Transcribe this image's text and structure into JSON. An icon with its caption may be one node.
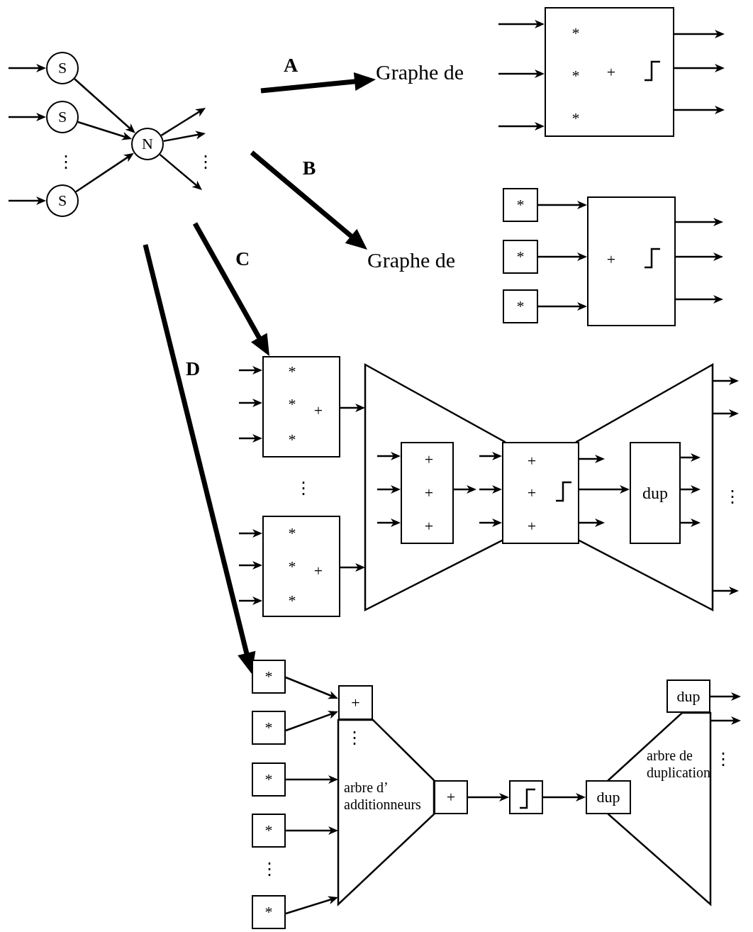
{
  "diagram": {
    "nodes": [
      {
        "text": [
          "S"
        ]
      },
      {
        "text": [
          "S"
        ]
      },
      {
        "text": [
          "S"
        ]
      },
      {
        "text": [
          "N"
        ]
      },
      {
        "text": [
          "Graphe de"
        ]
      },
      {
        "text": [
          "*",
          "*",
          "*",
          "+"
        ]
      },
      {
        "text": [
          "Graphe de"
        ]
      },
      {
        "text": [
          "*"
        ]
      },
      {
        "text": [
          "*"
        ]
      },
      {
        "text": [
          "*"
        ]
      },
      {
        "text": [
          "+"
        ]
      },
      {
        "text": [
          "*",
          "*",
          "*",
          "+"
        ]
      },
      {
        "text": [
          "*",
          "*",
          "*",
          "+"
        ]
      },
      {
        "text": [],
        "shape": "trapezoid"
      },
      {
        "text": [
          "+",
          "+",
          "+"
        ],
        "in": 13
      },
      {
        "text": [
          "+",
          "+",
          "+"
        ]
      },
      {
        "text": [],
        "shape": "trapezoid"
      },
      {
        "text": [
          "dup"
        ],
        "in": 16
      },
      {
        "text": [
          "*"
        ]
      },
      {
        "text": [
          "*"
        ]
      },
      {
        "text": [
          "*"
        ]
      },
      {
        "text": [
          "*"
        ]
      },
      {
        "text": [
          "*"
        ]
      },
      {
        "text": [
          "arbre d’ additionneurs"
        ]
      },
      {
        "text": [
          "+"
        ]
      },
      {
        "text": [
          "+"
        ]
      },
      {
        "text": [],
        "shape": "box"
      },
      {
        "text": [
          "dup"
        ]
      },
      {
        "text": [
          "dup"
        ]
      },
      {
        "text": [
          "arbre de duplication"
        ]
      }
    ],
    "edges": [
      {
        "from": null,
        "to": 0,
        "arrow": "to"
      },
      {
        "from": null,
        "to": 1,
        "arrow": "to"
      },
      {
        "from": null,
        "to": 2,
        "arrow": "to"
      },
      {
        "from": 0,
        "to": 3,
        "arrow": "to"
      },
      {
        "from": 1,
        "to": 3,
        "arrow": "to"
      },
      {
        "from": 2,
        "to": 3,
        "arrow": "to"
      },
      {
        "from": 3,
        "to": null,
        "arrow": "to"
      },
      {
        "from": 3,
        "to": null,
        "arrow": "to"
      },
      {
        "from": 3,
        "to": null,
        "arrow": "to"
      },
      {
        "from": null,
        "to": 4,
        "arrow": "to",
        "label": "A",
        "style": "thick"
      },
      {
        "from": null,
        "to": 5,
        "arrow": "to"
      },
      {
        "from": null,
        "to": 5,
        "arrow": "to"
      },
      {
        "from": null,
        "to": 5,
        "arrow": "to"
      },
      {
        "from": 5,
        "to": null,
        "arrow": "to"
      },
      {
        "from": 5,
        "to": null,
        "arrow": "to"
      },
      {
        "from": 5,
        "to": null,
        "arrow": "to"
      },
      {
        "from": null,
        "to": 6,
        "arrow": "to",
        "label": "B",
        "style": "thick"
      },
      {
        "from": 7,
        "to": 10,
        "arrow": "to"
      },
      {
        "from": 8,
        "to": 10,
        "arrow": "to"
      },
      {
        "from": 9,
        "to": 10,
        "arrow": "to"
      },
      {
        "from": 10,
        "to": null,
        "arrow": "to"
      },
      {
        "from": 10,
        "to": null,
        "arrow": "to"
      },
      {
        "from": 10,
        "to": null,
        "arrow": "to"
      },
      {
        "from": null,
        "to": 11,
        "arrow": "to",
        "label": "C",
        "style": "thick"
      },
      {
        "from": null,
        "to": 11,
        "arrow": "to"
      },
      {
        "from": null,
        "to": 11,
        "arrow": "to"
      },
      {
        "from": null,
        "to": 11,
        "arrow": "to"
      },
      {
        "from": null,
        "to": 12,
        "arrow": "to"
      },
      {
        "from": null,
        "to": 12,
        "arrow": "to"
      },
      {
        "from": null,
        "to": 12,
        "arrow": "to"
      },
      {
        "from": 11,
        "to": 13,
        "arrow": "to"
      },
      {
        "from": 12,
        "to": 13,
        "arrow": "to"
      },
      {
        "from": null,
        "to": 14,
        "arrow": "to"
      },
      {
        "from": null,
        "to": 14,
        "arrow": "to"
      },
      {
        "from": null,
        "to": 14,
        "arrow": "to"
      },
      {
        "from": 14,
        "to": null,
        "arrow": "to"
      },
      {
        "from": null,
        "to": 15,
        "arrow": "to"
      },
      {
        "from": null,
        "to": 15,
        "arrow": "to"
      },
      {
        "from": null,
        "to": 15,
        "arrow": "to"
      },
      {
        "from": 15,
        "to": null,
        "arrow": "to"
      },
      {
        "from": 15,
        "to": 17,
        "arrow": "to"
      },
      {
        "from": 15,
        "to": null,
        "arrow": "to"
      },
      {
        "from": 17,
        "to": null,
        "arrow": "to"
      },
      {
        "from": 17,
        "to": null,
        "arrow": "to"
      },
      {
        "from": 17,
        "to": null,
        "arrow": "to"
      },
      {
        "from": 16,
        "to": null,
        "arrow": "to"
      },
      {
        "from": 16,
        "to": null,
        "arrow": "to"
      },
      {
        "from": 16,
        "to": null,
        "arrow": "to"
      },
      {
        "from": null,
        "to": 18,
        "arrow": "to",
        "label": "D",
        "style": "thick"
      },
      {
        "from": 18,
        "to": 24,
        "arrow": "to"
      },
      {
        "from": 19,
        "to": 24,
        "arrow": "to"
      },
      {
        "from": 20,
        "to": 23,
        "arrow": "to"
      },
      {
        "from": 21,
        "to": 23,
        "arrow": "to"
      },
      {
        "from": 22,
        "to": 23,
        "arrow": "to"
      },
      {
        "from": 25,
        "to": 26,
        "arrow": "to"
      },
      {
        "from": 26,
        "to": 27,
        "arrow": "to"
      },
      {
        "from": 28,
        "to": null,
        "arrow": "to"
      },
      {
        "from": 29,
        "to": null,
        "arrow": "to"
      }
    ],
    "labels": [
      "⋮",
      "⋮",
      "⋮",
      "⋮",
      "⋮",
      "⋮",
      "⋮"
    ]
  }
}
